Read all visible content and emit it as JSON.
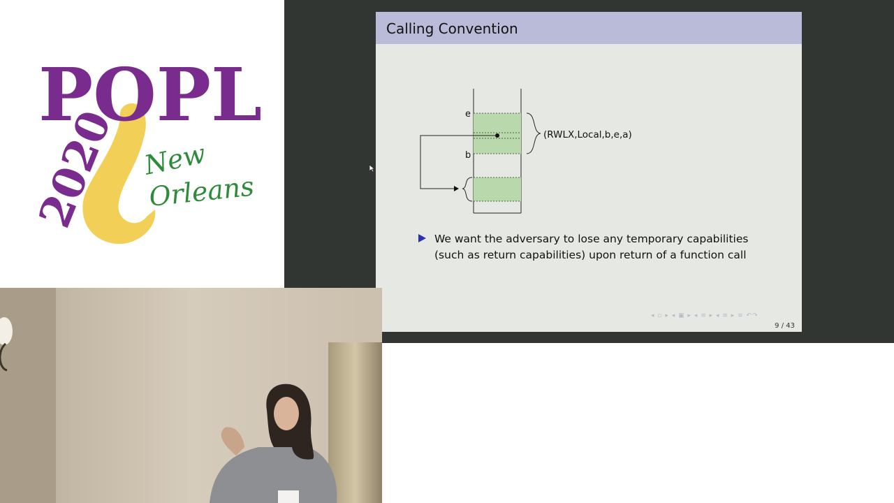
{
  "logo": {
    "title": "POPL",
    "year": "2020",
    "city_line1": "New",
    "city_line2": "Orleans",
    "colors": {
      "purple": "#7a2c8e",
      "green": "#2e8b3b",
      "gold": "#f2cf57"
    }
  },
  "slide": {
    "title": "Calling Convention",
    "diagram": {
      "label_e": "e",
      "label_b": "b",
      "capability": "(RWLX,Local,b,e,a)"
    },
    "bullet_text_1": "We want the adversary to lose any temporary capabilities",
    "bullet_text_2": "(such as return capabilities) upon return of a function call",
    "nav_icons": "◂ ▫ ▸  ◂ ▣ ▸  ◂ ≡ ▸  ◂ ≡ ▸   ≡   ↶↷",
    "page": "9 / 43",
    "colors": {
      "header": "#babbd8",
      "body": "#e6e9e3",
      "cell": "#b9d8ab",
      "bullet": "#2a2fb8"
    }
  },
  "camera": {
    "description_icon": "presenter-video-icon"
  }
}
